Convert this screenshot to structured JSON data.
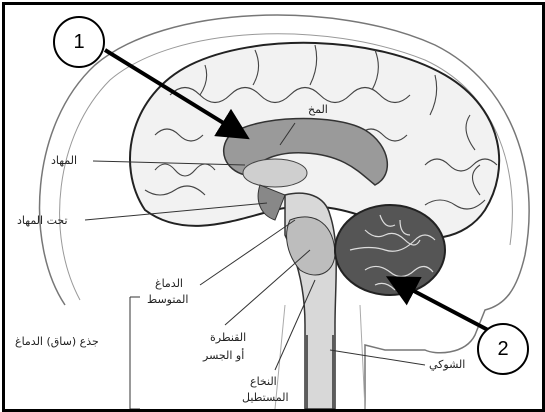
{
  "labels": {
    "cerebrum": "المخ",
    "thalamus": "المهاد",
    "hypothalamus": "تحت المهاد",
    "midbrain_line1": "الدماغ",
    "midbrain_line2": "المتوسط",
    "brainstem": "جذع (ساق) الدماغ",
    "pons_line1": "القنطرة",
    "pons_line2": "أو الجسر",
    "medulla_line1": "النخاع",
    "medulla_line2": "المستطيل",
    "spinal_cord": "الشوكي"
  },
  "markers": {
    "marker_1": "1",
    "marker_2": "2"
  }
}
